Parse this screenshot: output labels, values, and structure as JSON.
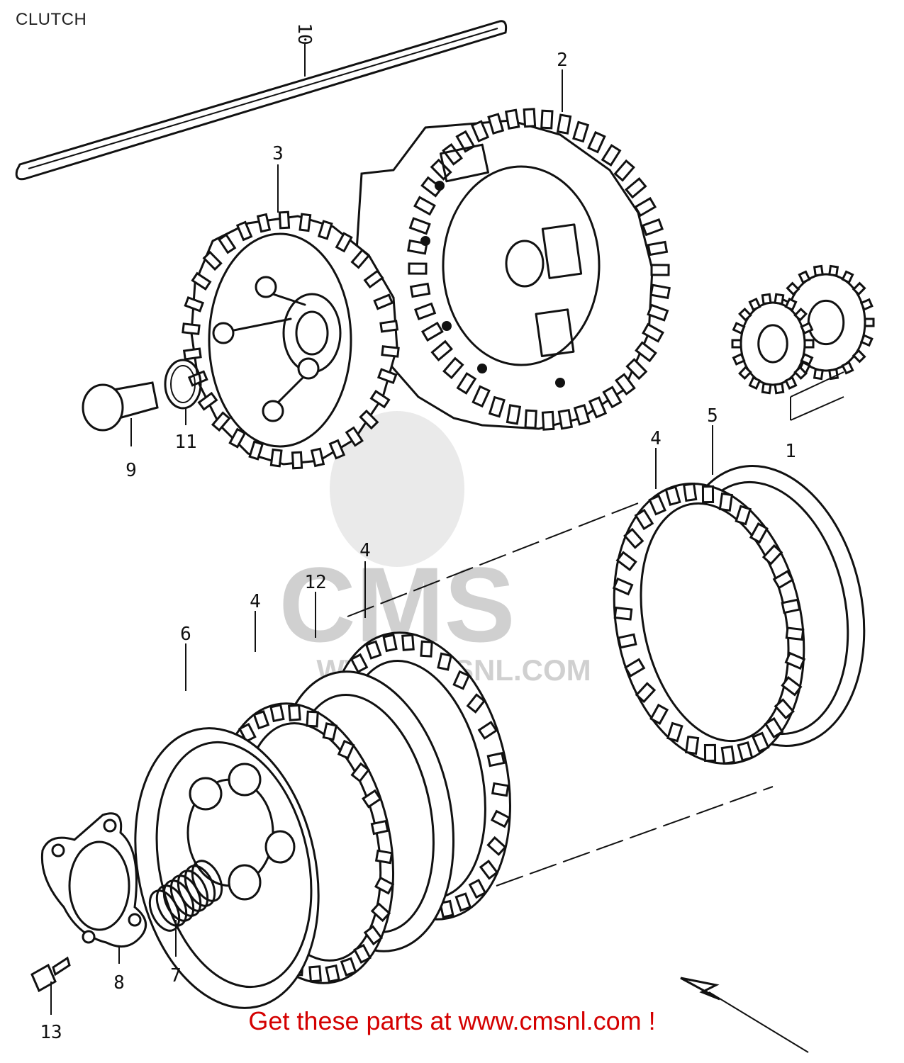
{
  "title": "CLUTCH",
  "callout": "Get these parts at www.cmsnl.com !",
  "watermark": {
    "brand": "CMS",
    "url": "WWW.CMSNL.COM"
  },
  "accent_color": "#d40000",
  "parts": [
    {
      "ref": "1",
      "name": "gear-pair"
    },
    {
      "ref": "2",
      "name": "clutch-outer"
    },
    {
      "ref": "3",
      "name": "clutch-center"
    },
    {
      "ref": "4",
      "name": "friction-disk"
    },
    {
      "ref": "5",
      "name": "clutch-plate"
    },
    {
      "ref": "6",
      "name": "pressure-plate"
    },
    {
      "ref": "7",
      "name": "clutch-spring"
    },
    {
      "ref": "8",
      "name": "lifter-plate"
    },
    {
      "ref": "9",
      "name": "lifter-piece"
    },
    {
      "ref": "10",
      "name": "lifter-rod"
    },
    {
      "ref": "11",
      "name": "circlip"
    },
    {
      "ref": "12",
      "name": "clutch-plate-b"
    },
    {
      "ref": "13",
      "name": "bolt"
    }
  ]
}
